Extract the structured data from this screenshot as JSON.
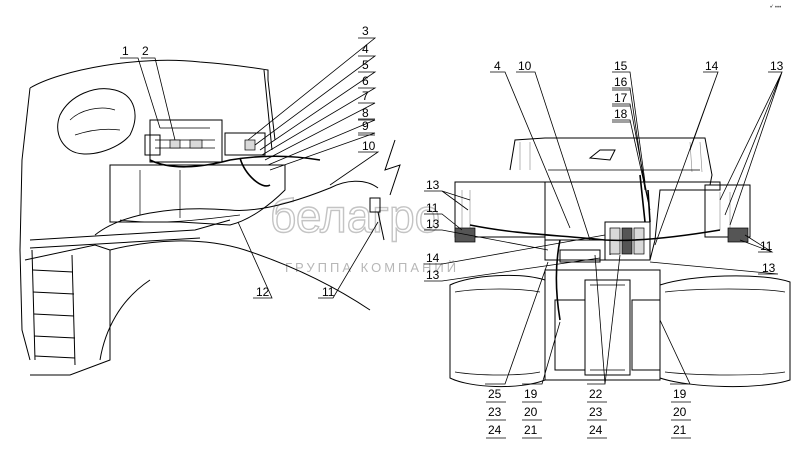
{
  "watermark": {
    "logo_text": "белагро",
    "subtitle": "ГРУППА КОМПАНИЙ"
  },
  "corner_mark": "•′ •••",
  "callouts": {
    "left_view": [
      "1",
      "2",
      "3",
      "4",
      "5",
      "6",
      "7",
      "8",
      "9",
      "10",
      "11",
      "12"
    ],
    "right_view": [
      "4",
      "10",
      "15",
      "16",
      "17",
      "18",
      "14",
      "13",
      "13",
      "11",
      "13",
      "14",
      "13",
      "11",
      "13",
      "25",
      "23",
      "24",
      "19",
      "20",
      "21",
      "22",
      "23",
      "24",
      "19",
      "20",
      "21"
    ]
  }
}
